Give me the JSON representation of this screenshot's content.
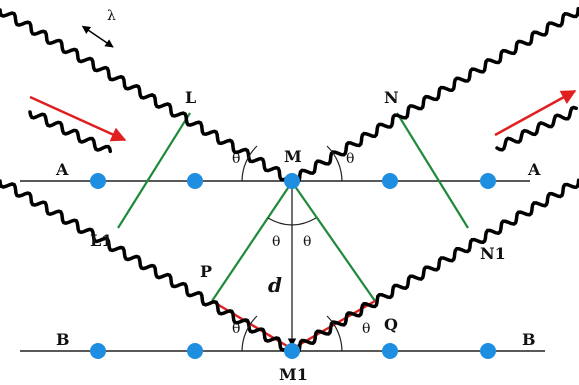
{
  "colors": {
    "wave": "#000000",
    "green": "#1f8a3a",
    "red": "#e02020",
    "atom": "#1e8fe0",
    "plane": "#222222"
  },
  "labels": {
    "lambda": "λ",
    "L": "L",
    "N": "N",
    "M": "M",
    "A_left": "A",
    "A_right": "A",
    "theta_left": "θ",
    "theta_right": "θ",
    "theta_mid_left": "θ",
    "theta_mid_right": "θ",
    "L1": "L1",
    "N1": "N1",
    "P": "P",
    "d": "d",
    "theta_bottom_left": "θ",
    "Q": "Q",
    "theta_bottom_right": "θ",
    "B_left": "B",
    "B_right": "B",
    "M1": "M1"
  }
}
